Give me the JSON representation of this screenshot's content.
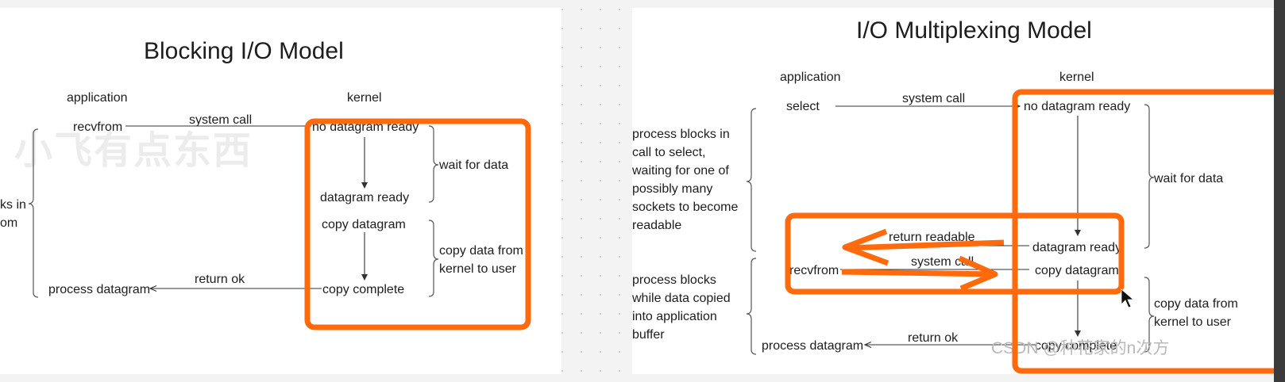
{
  "left": {
    "title": "Blocking I/O Model",
    "application": "application",
    "kernel": "kernel",
    "recvfrom": "recvfrom",
    "system_call": "system call",
    "no_datagram_ready": "no datagram ready",
    "datagram_ready": "datagram ready",
    "copy_datagram": "copy datagram",
    "copy_complete": "copy complete",
    "return_ok": "return ok",
    "process_datagram": "process datagram",
    "wait_for_data": "wait for data",
    "copy_data_line1": "copy data from",
    "copy_data_line2": "kernel to user",
    "cut_line1": "ks in",
    "cut_line2": "om",
    "watermark": "小飞有点东西"
  },
  "right": {
    "title": "I/O Multiplexing Model",
    "application": "application",
    "kernel": "kernel",
    "select": "select",
    "system_call": "system call",
    "no_datagram_ready": "no datagram ready",
    "blocks_select": [
      "process blocks in",
      "call to select,",
      "waiting for one of",
      "possibly many",
      "sockets to become",
      "readable"
    ],
    "wait_for_data": "wait for data",
    "return_readable": "return readable",
    "datagram_ready": "datagram ready",
    "recvfrom": "recvfrom",
    "system_call_2": "system call",
    "copy_datagram": "copy datagram",
    "blocks_copy": [
      "process blocks",
      "while data copied",
      "into application",
      "buffer"
    ],
    "copy_data_line1": "copy data from",
    "copy_data_line2": "kernel to user",
    "return_ok": "return ok",
    "process_datagram": "process datagram",
    "copy_complete": "copy complete",
    "csdn": "CSDN @种花家的n次方"
  },
  "colors": {
    "highlight": "#ff6a0d",
    "background": "#f3f3f4",
    "slide": "#ffffff"
  }
}
